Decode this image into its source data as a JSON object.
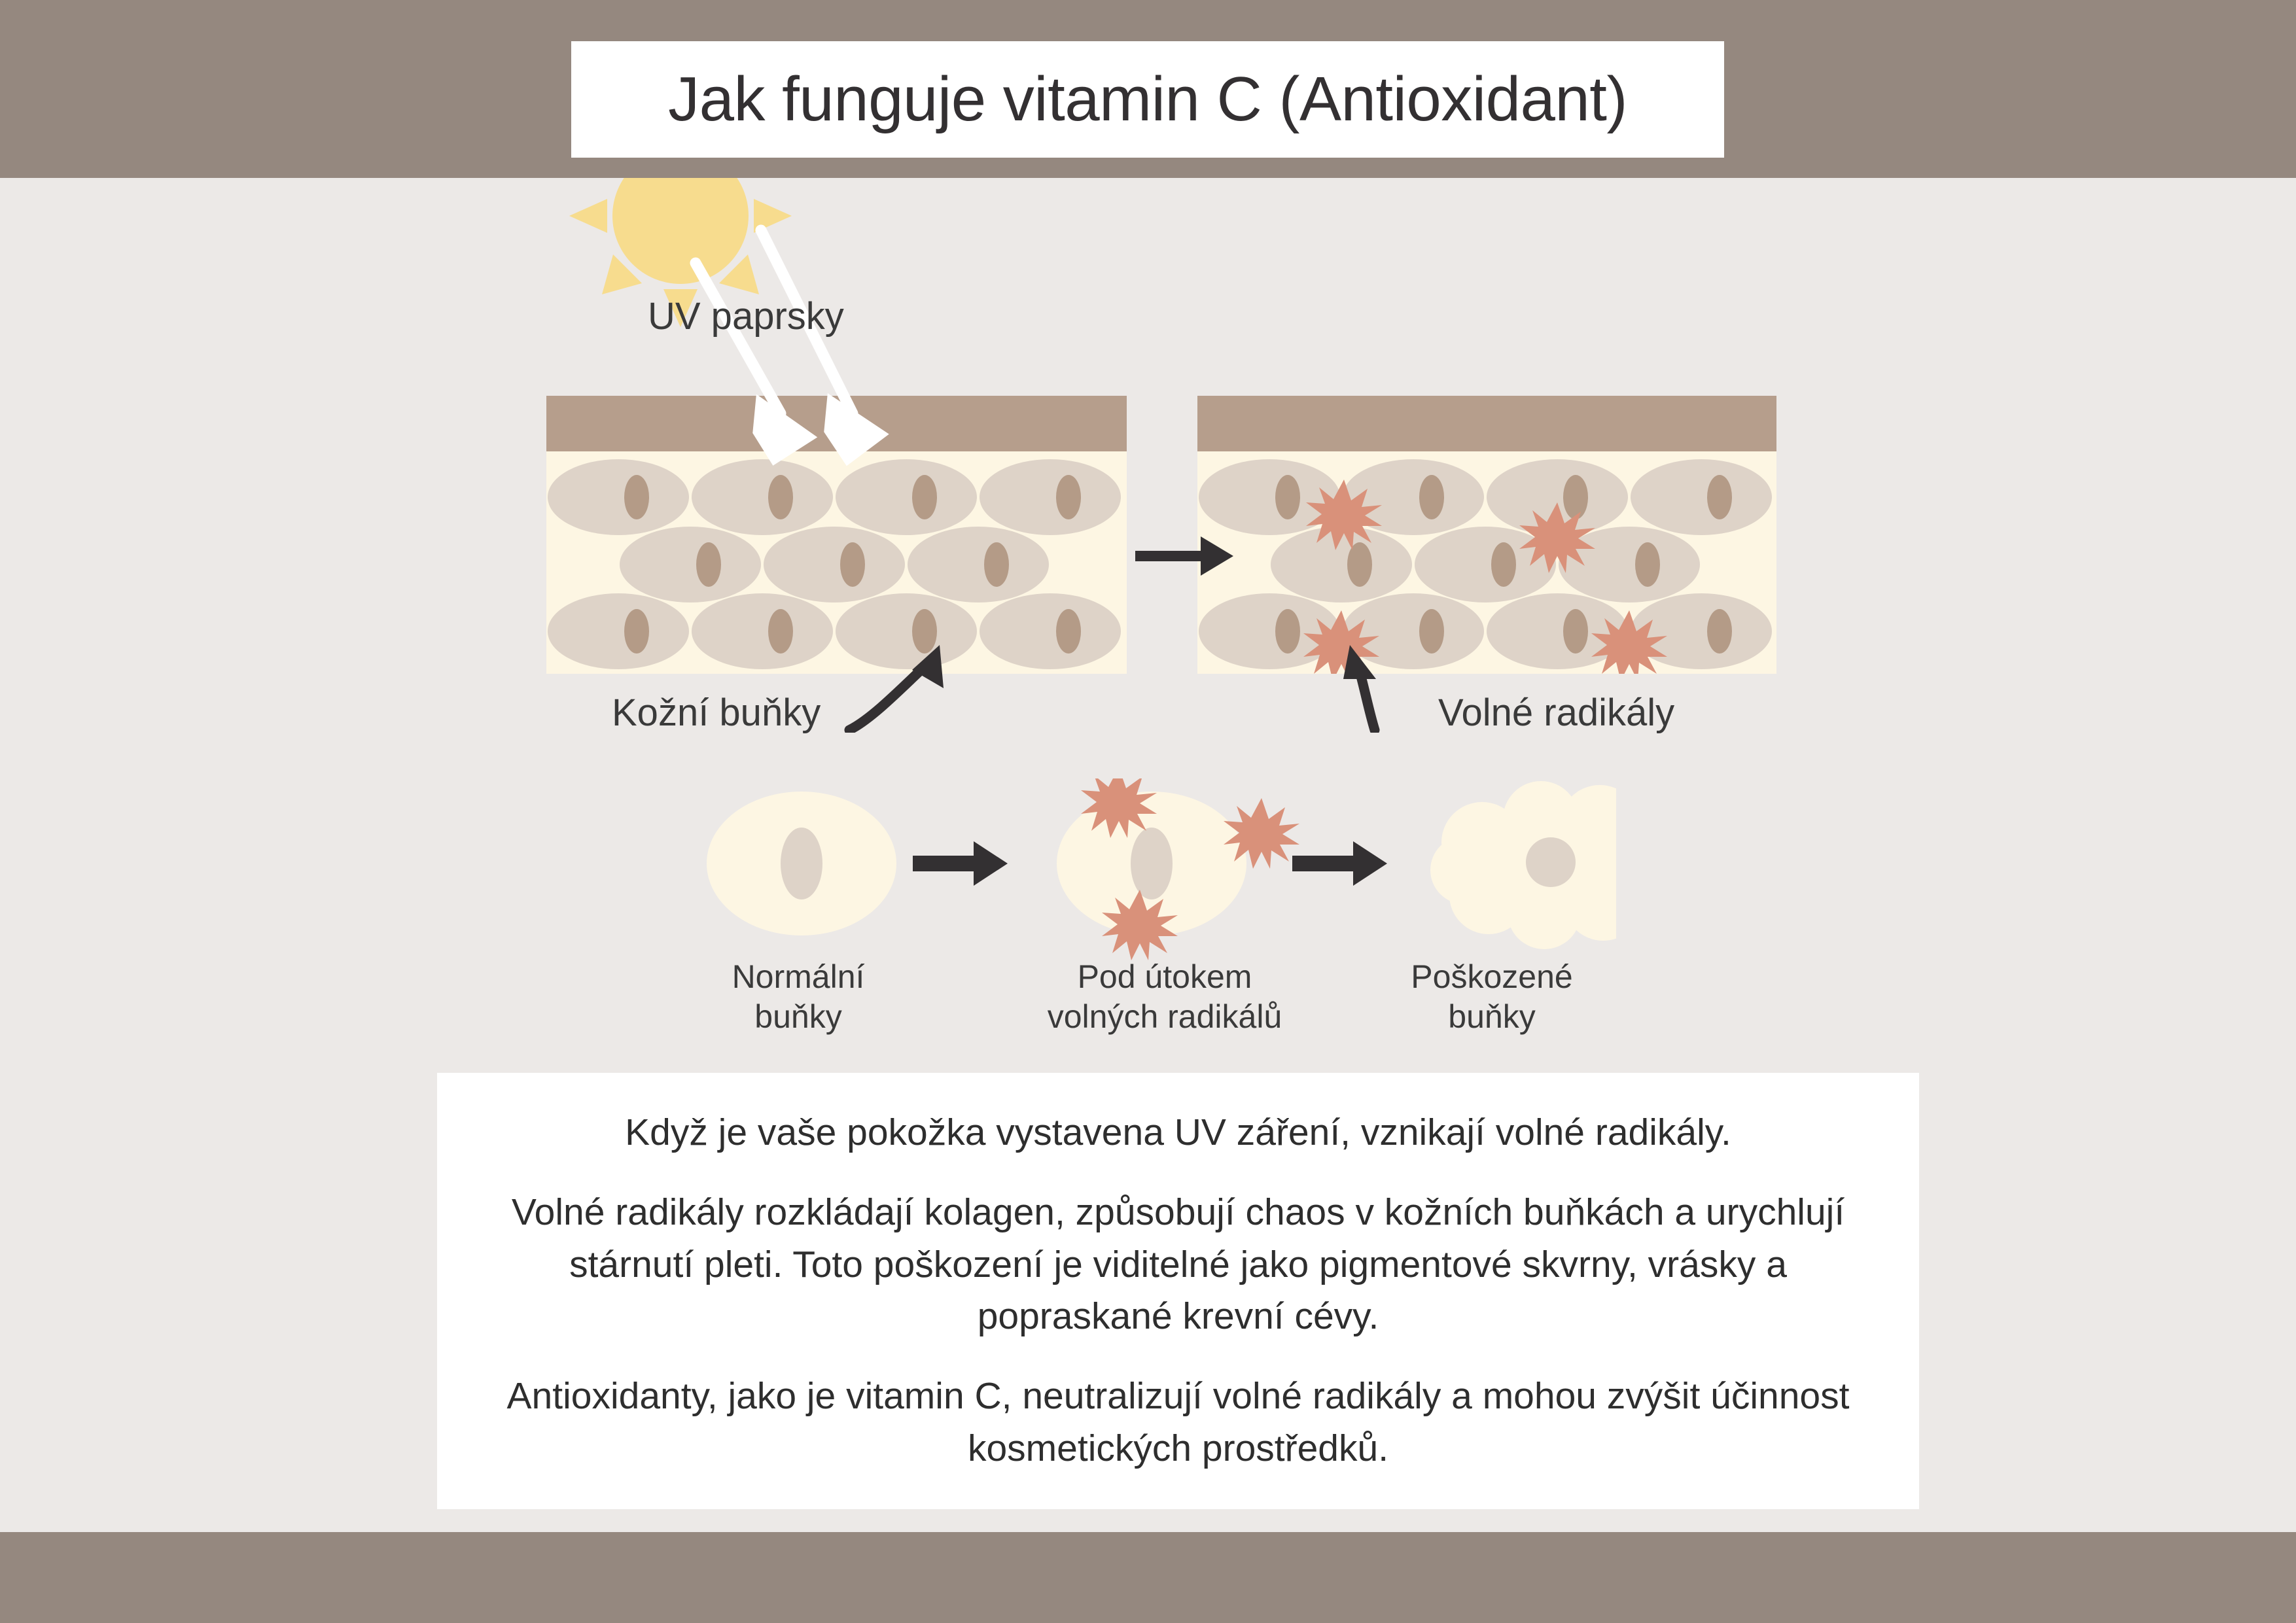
{
  "header": {
    "title": "Jak funguje vitamin C (Antioxidant)"
  },
  "colors": {
    "bar": "#95887F",
    "background": "#ECE9E7",
    "card": "#FFFFFF",
    "epidermis": "#B69E8C",
    "dermis": "#FDF6E3",
    "cell_body": "#DED3C8",
    "cell_nucleus": "#B49B87",
    "free_radical": "#D9917A",
    "sun": "#F7DC8E",
    "arrow": "#333032",
    "text": "#3A3A3A"
  },
  "diagram": {
    "uv_label": "UV paprsky",
    "skin_cells_label": "Kožní buňky",
    "free_radicals_label": "Volné radikály",
    "panels": [
      {
        "name": "healthy-skin",
        "radicals": 0
      },
      {
        "name": "damaged-skin",
        "radicals": 4
      }
    ]
  },
  "progression": {
    "steps": [
      {
        "label_line1": "Normální",
        "label_line2": "buňky",
        "state": "normal",
        "radicals": 0
      },
      {
        "label_line1": "Pod útokem",
        "label_line2": "volných radikálů",
        "state": "attacked",
        "radicals": 3
      },
      {
        "label_line1": "Poškozené",
        "label_line2": "buňky",
        "state": "damaged",
        "radicals": 0
      }
    ]
  },
  "body": {
    "paragraphs": [
      "Když je vaše pokožka vystavena UV záření, vznikají volné radikály.",
      "Volné radikály rozkládají kolagen, způsobují chaos v kožních buňkách a urychlují stárnutí pleti. Toto poškození je viditelné jako pigmentové skvrny, vrásky a popraskané krevní cévy.",
      "Antioxidanty, jako je vitamin C, neutralizují volné radikály a mohou zvýšit účinnost kosmetických prostředků."
    ]
  }
}
